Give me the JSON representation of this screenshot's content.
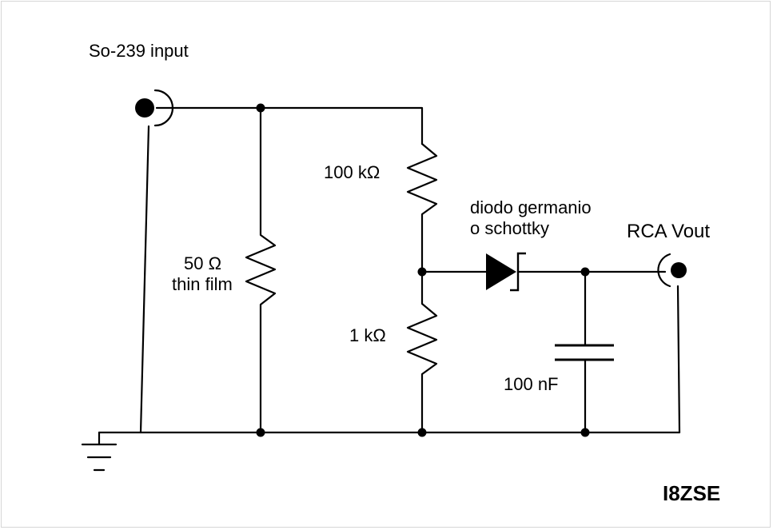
{
  "labels": {
    "so239": "So-239 input",
    "r100k": "100 kΩ",
    "r50_value": "50 Ω",
    "r50_type": "thin film",
    "r1k": "1 kΩ",
    "diode_line1": "diodo germanio",
    "diode_line2": "o schottky",
    "rca": "RCA Vout",
    "cap": "100 nF",
    "signature": "I8ZSE"
  },
  "colors": {
    "ink": "#000000",
    "background": "#ffffff",
    "border": "#d6d6d6"
  }
}
